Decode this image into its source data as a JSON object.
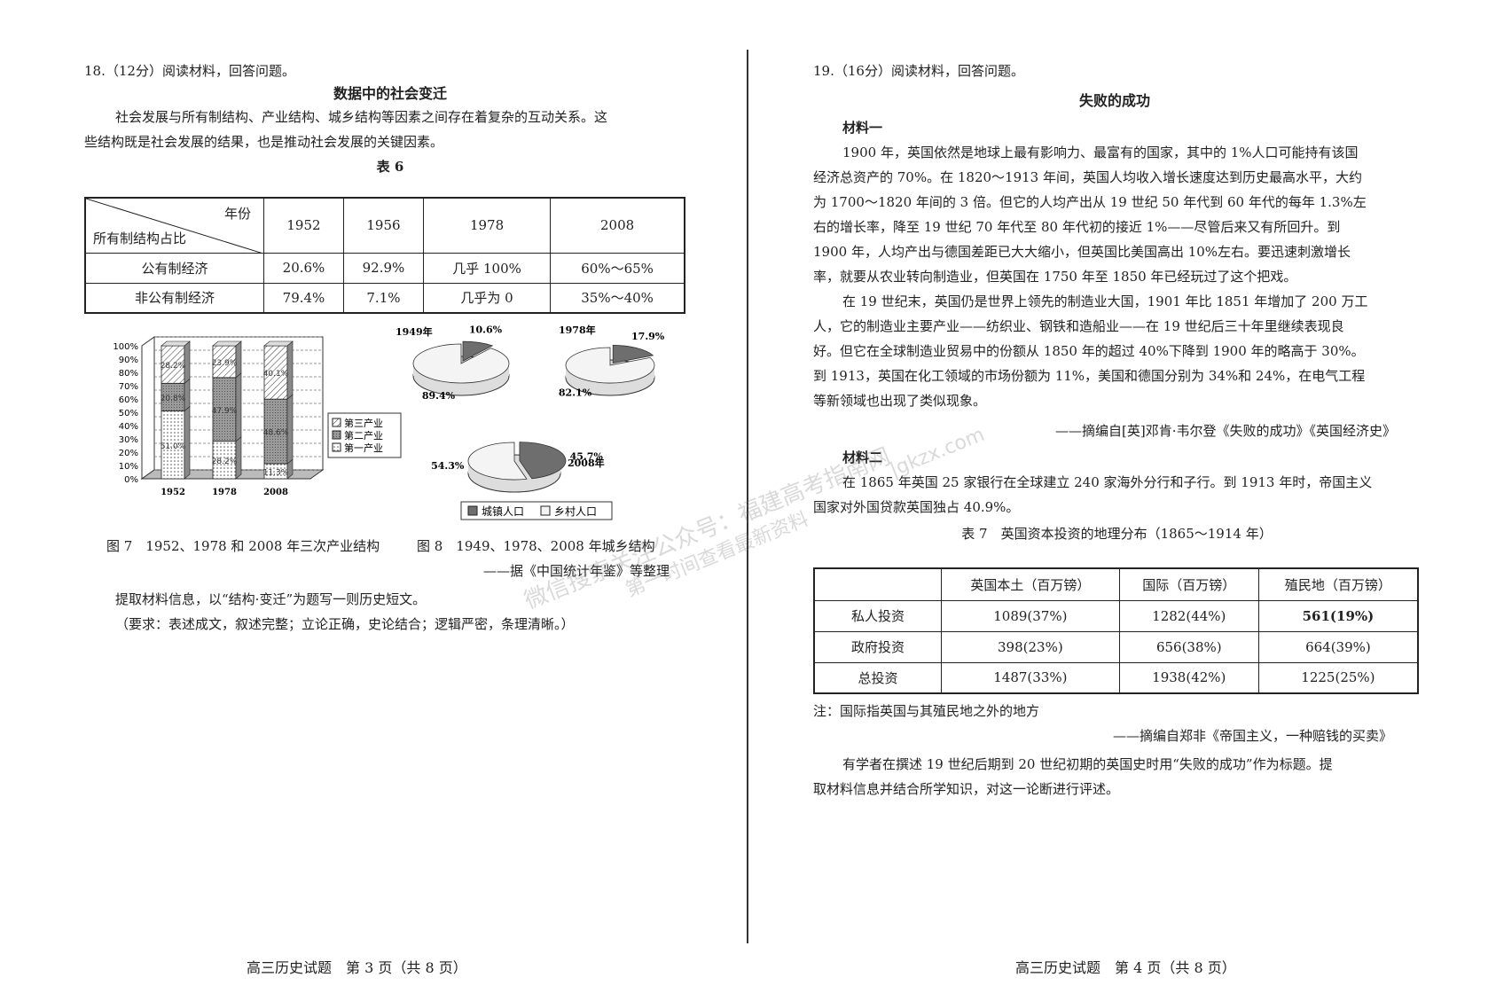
{
  "left": {
    "q18_heading": "18.（12分）阅读材料，回答问题。",
    "title": "数据中的社会变迁",
    "intro_line1": "社会发展与所有制结构、产业结构、城乡结构等因素之间存在着复杂的互动关系。这",
    "intro_line2": "些结构既是社会发展的结果，也是推动社会发展的关键因素。",
    "table6_caption": "表 6",
    "table6": {
      "corner_top": "年份",
      "corner_bottom": "所有制结构占比",
      "years": [
        "1952",
        "1956",
        "1978",
        "2008"
      ],
      "rows": [
        {
          "label": "公有制经济",
          "values": [
            "20.6%",
            "92.9%",
            "几乎 100%",
            "60%～65%"
          ]
        },
        {
          "label": "非公有制经济",
          "values": [
            "79.4%",
            "7.1%",
            "几乎为 0",
            "35%～40%"
          ]
        }
      ]
    },
    "fig7_caption": "图 7　1952、1978 和 2008 年三次产业结构",
    "fig8_caption": "图 8　1949、1978、2008 年城乡结构",
    "source": "——据《中国统计年鉴》等整理",
    "task": "提取材料信息，以“结构·变迁”为题写一则历史短文。",
    "requirement": "（要求：表述成文，叙述完整；立论正确，史论结合；逻辑严密，条理清晰。）",
    "footer": "高三历史试题　第 3 页（共 8 页）"
  },
  "chart_data": [
    {
      "type": "bar",
      "stacked": true,
      "categories": [
        "1952",
        "1978",
        "2008"
      ],
      "ylim": [
        0,
        100
      ],
      "yticks": [
        "0%",
        "10%",
        "20%",
        "30%",
        "40%",
        "50%",
        "60%",
        "70%",
        "80%",
        "90%",
        "100%"
      ],
      "series": [
        {
          "name": "第一产业",
          "values": [
            51.0,
            28.2,
            11.3
          ],
          "labels": [
            "51.0%",
            "28.2%",
            "11.3%"
          ]
        },
        {
          "name": "第二产业",
          "values": [
            20.8,
            47.9,
            48.6
          ],
          "labels": [
            "20.8%",
            "47.9%",
            "48.6%"
          ]
        },
        {
          "name": "第三产业",
          "values": [
            28.2,
            23.9,
            40.1
          ],
          "labels": [
            "28.2%",
            "23.9%",
            "40.1%"
          ]
        }
      ],
      "legend_position": "right"
    },
    {
      "type": "pie",
      "pies": [
        {
          "year_label": "1949年",
          "slices": [
            {
              "name": "城镇人口",
              "value": 10.6,
              "label": "10.6%"
            },
            {
              "name": "乡村人口",
              "value": 89.4,
              "label": "89.4%"
            }
          ]
        },
        {
          "year_label": "1978年",
          "slices": [
            {
              "name": "城镇人口",
              "value": 17.9,
              "label": "17.9%"
            },
            {
              "name": "乡村人口",
              "value": 82.1,
              "label": "82.1%"
            }
          ]
        },
        {
          "year_label": "2008年",
          "slices": [
            {
              "name": "城镇人口",
              "value": 45.7,
              "label": "45.7%"
            },
            {
              "name": "乡村人口",
              "value": 54.3,
              "label": "54.3%"
            }
          ]
        }
      ],
      "legend": [
        "城镇人口",
        "乡村人口"
      ]
    }
  ],
  "right": {
    "q19_heading": "19.（16分）阅读材料，回答问题。",
    "title": "失败的成功",
    "m1_label": "材料一",
    "p1": [
      "1900 年，英国依然是地球上最有影响力、最富有的国家，其中的 1%人口可能持有该国",
      "经济总资产的 70%。在 1820～1913 年间，英国人均收入增长速度达到历史最高水平，大约",
      "为 1700～1820 年间的 3 倍。但它的人均产出从 19 世纪 50 年代到 60 年代的每年 1.3%左",
      "右的增长率，降至 19 世纪 70 年代至 80 年代初的接近 1%——尽管后来又有所回升。到",
      "1900 年，人均产出与德国差距已大大缩小，但英国比美国高出 10%左右。要迅速刺激增长",
      "率，就要从农业转向制造业，但英国在 1750 年至 1850 年已经玩过了这个把戏。"
    ],
    "p2": [
      "在 19 世纪末，英国仍是世界上领先的制造业大国，1901 年比 1851 年增加了 200 万工",
      "人，它的制造业主要产业——纺织业、钢铁和造船业——在 19 世纪后三十年里继续表现良",
      "好。但它在全球制造业贸易中的份额从 1850 年的超过 40%下降到 1900 年的略高于 30%。",
      "到 1913，英国在化工领域的市场份额为 11%，美国和德国分别为 34%和 24%，在电气工程",
      "等新领域也出现了类似现象。"
    ],
    "m1_source": "——摘编自[英]邓肯·韦尔登《失败的成功》《英国经济史》",
    "m2_label": "材料二",
    "p3": [
      "在 1865 年英国 25 家银行在全球建立 240 家海外分行和子行。到 1913 年时，帝国主义",
      "国家对外国贷款英国独占 40.9%。"
    ],
    "table7_caption": "表 7　英国资本投资的地理分布（1865～1914 年）",
    "table7": {
      "headers": [
        "",
        "英国本土（百万镑）",
        "国际（百万镑）",
        "殖民地（百万镑）"
      ],
      "rows": [
        [
          "私人投资",
          "1089(37%)",
          "1282(44%)",
          "561(19%)"
        ],
        [
          "政府投资",
          "398(23%)",
          "656(38%)",
          "664(39%)"
        ],
        [
          "总投资",
          "1487(33%)",
          "1938(42%)",
          "1225(25%)"
        ]
      ]
    },
    "note": "注：国际指英国与其殖民地之外的地方",
    "m2_source": "——摘编自郑非《帝国主义，一种赔钱的买卖》",
    "task_line1": "有学者在撰述 19 世纪后期到 20 世纪初期的英国史时用“失败的成功”作为标题。提",
    "task_line2": "取材料信息并结合所学知识，对这一论断进行评述。",
    "footer": "高三历史试题　第 4 页（共 8 页）"
  },
  "watermark": {
    "line1": "微信搜索关注公众号：福建高考指南网",
    "line2": "第一时间查看最新资料",
    "url": "|gkzx.com"
  },
  "colors": {
    "ink": "#222222",
    "fill_dark": "#6e6e6e",
    "fill_light": "#eeeeee"
  }
}
